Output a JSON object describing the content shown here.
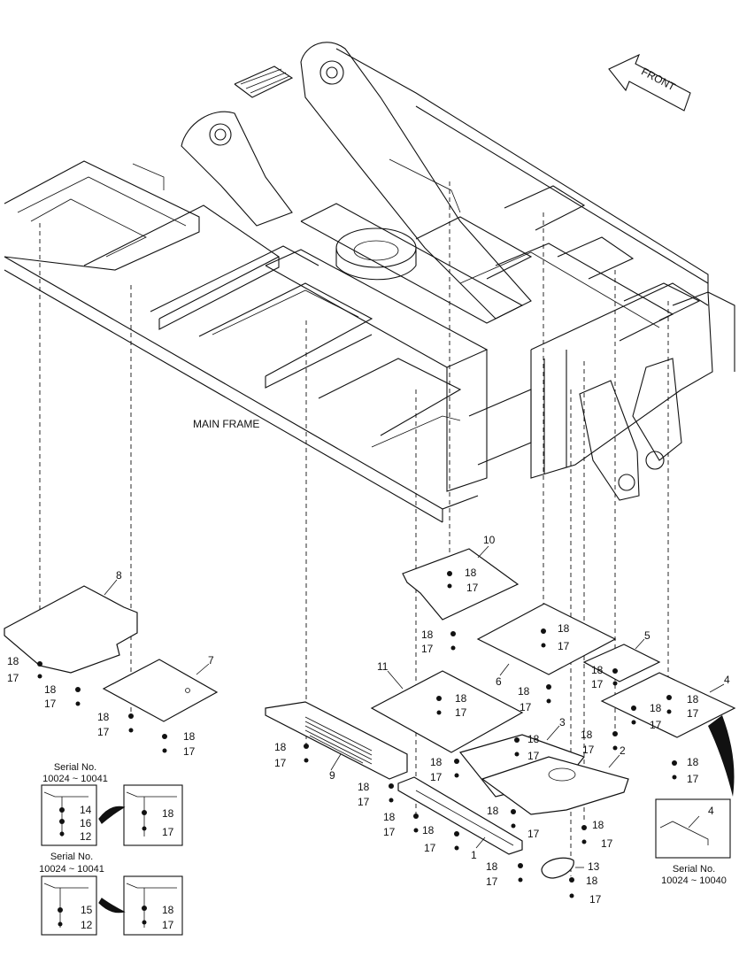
{
  "header": {
    "front_label": "FRONT"
  },
  "frame": {
    "label": "MAIN FRAME"
  },
  "parts": {
    "p1": "1",
    "p2": "2",
    "p3": "3",
    "p4": "4",
    "p5": "5",
    "p6": "6",
    "p7": "7",
    "p8": "8",
    "p9": "9",
    "p10": "10",
    "p11": "11",
    "p13": "13"
  },
  "fasteners": {
    "washer": "18",
    "bolt": "17"
  },
  "insets": {
    "a": {
      "title": "Serial No.",
      "range": "10024 ~ 10041",
      "old_parts": [
        "14",
        "16",
        "12"
      ],
      "new_parts": [
        "18",
        "17"
      ]
    },
    "b": {
      "title": "Serial No.",
      "range": "10024 ~ 10041",
      "old_parts": [
        "15",
        "12"
      ],
      "new_parts": [
        "18",
        "17"
      ]
    },
    "c": {
      "part": "4",
      "title": "Serial No.",
      "range": "10024 ~ 10040"
    }
  }
}
